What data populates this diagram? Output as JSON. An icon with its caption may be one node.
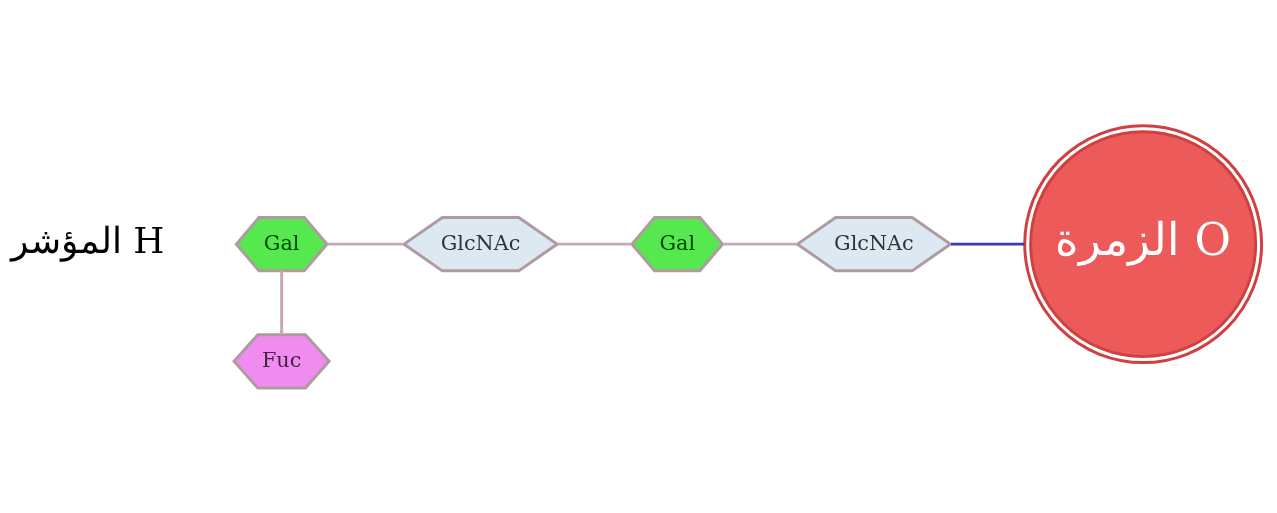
{
  "diagram": {
    "nodes": [
      {
        "text": [
          "Gal"
        ]
      },
      {
        "text": [
          "GlcNAc"
        ]
      },
      {
        "text": [
          "Gal"
        ]
      },
      {
        "text": [
          "GlcNAc"
        ]
      },
      {
        "text": [
          "Fuc"
        ]
      },
      {
        "text": [
          "الزمرة O"
        ]
      }
    ],
    "edges": [
      {
        "from": 0,
        "to": 1,
        "arrow": "none"
      },
      {
        "from": 1,
        "to": 2,
        "arrow": "none"
      },
      {
        "from": 2,
        "to": 3,
        "arrow": "none"
      },
      {
        "from": 0,
        "to": 4,
        "arrow": "none"
      },
      {
        "from": 3,
        "to": 5,
        "arrow": "none",
        "color": "#3b3bb0"
      }
    ],
    "labels": [
      "المؤشر H"
    ]
  }
}
